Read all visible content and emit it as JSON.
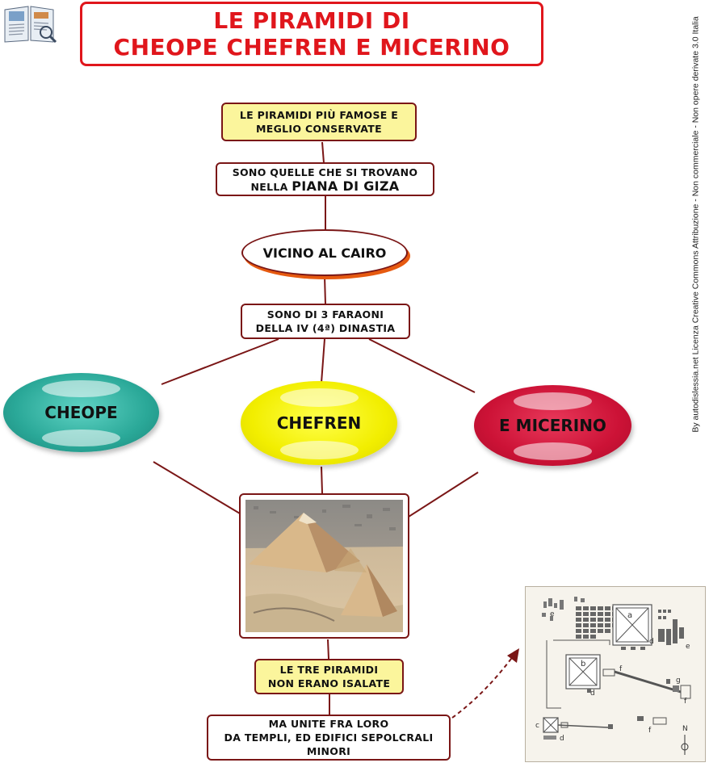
{
  "title": {
    "line1": "LE PIRAMIDI DI",
    "line2": "CHEOPE CHEFREN E MICERINO"
  },
  "credit": "By autodislessia.net Licenza Creative Commons Attribuzione - Non commerciale - Non opere derivate 3.0 Italia",
  "nodes": {
    "famose": {
      "line1": "LE PIRAMIDI PIÙ FAMOSE E",
      "line2": "MEGLIO CONSERVATE"
    },
    "giza": {
      "line1": "SONO QUELLE CHE SI TROVANO",
      "line2_prefix": "NELLA ",
      "line2_emph": "PIANA DI GIZA"
    },
    "cairo": "VICINO AL CAIRO",
    "faraoni": {
      "line1": "SONO DI  3 FARAONI",
      "line2": "DELLA IV (4ª) DINASTIA"
    },
    "cheope": "CHEOPE",
    "chefren": "CHEFREN",
    "micerino": "E MICERINO",
    "isolate": {
      "line1": "LE TRE PIRAMIDI",
      "line2": "NON ERANO ISALATE"
    },
    "templi": {
      "line1": "MA UNITE FRA LORO",
      "line2": "DA TEMPLI, ED EDIFICI SEPOLCRALI",
      "line3": "MINORI"
    }
  },
  "map_labels": {
    "a": "a",
    "b": "b",
    "c": "c",
    "d": "d",
    "e": "e",
    "f": "f",
    "g": "g",
    "north": "N"
  },
  "colors": {
    "title": "#e0161c",
    "connector": "#7a1616",
    "yellow_box": "#fbf59c",
    "cheope": "#2aa898",
    "chefren": "#f2ee00",
    "micerino": "#cc1236"
  }
}
